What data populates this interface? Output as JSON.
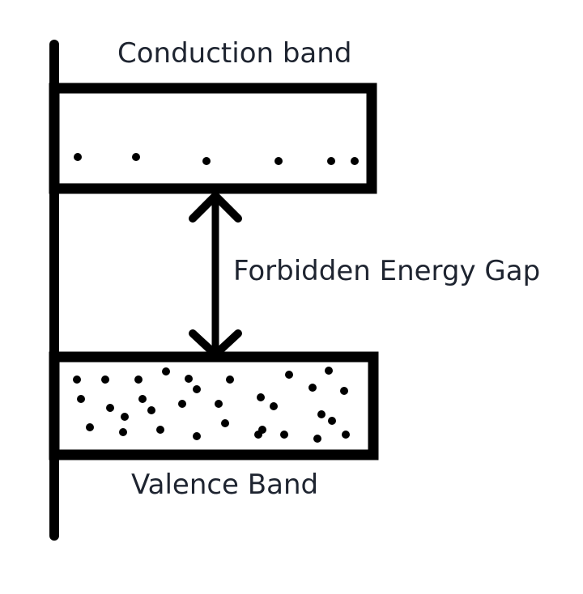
{
  "diagram": {
    "title": "Energy band diagram",
    "labels": {
      "conduction_band": "Conduction band",
      "energy_gap": "Forbidden Energy Gap",
      "valence_band": "Valence Band"
    },
    "colors": {
      "line": "#000000",
      "text": "#1e2430",
      "background": "#ffffff"
    },
    "conduction_band_electron_count": 6,
    "valence_band_electron_count": 32
  }
}
